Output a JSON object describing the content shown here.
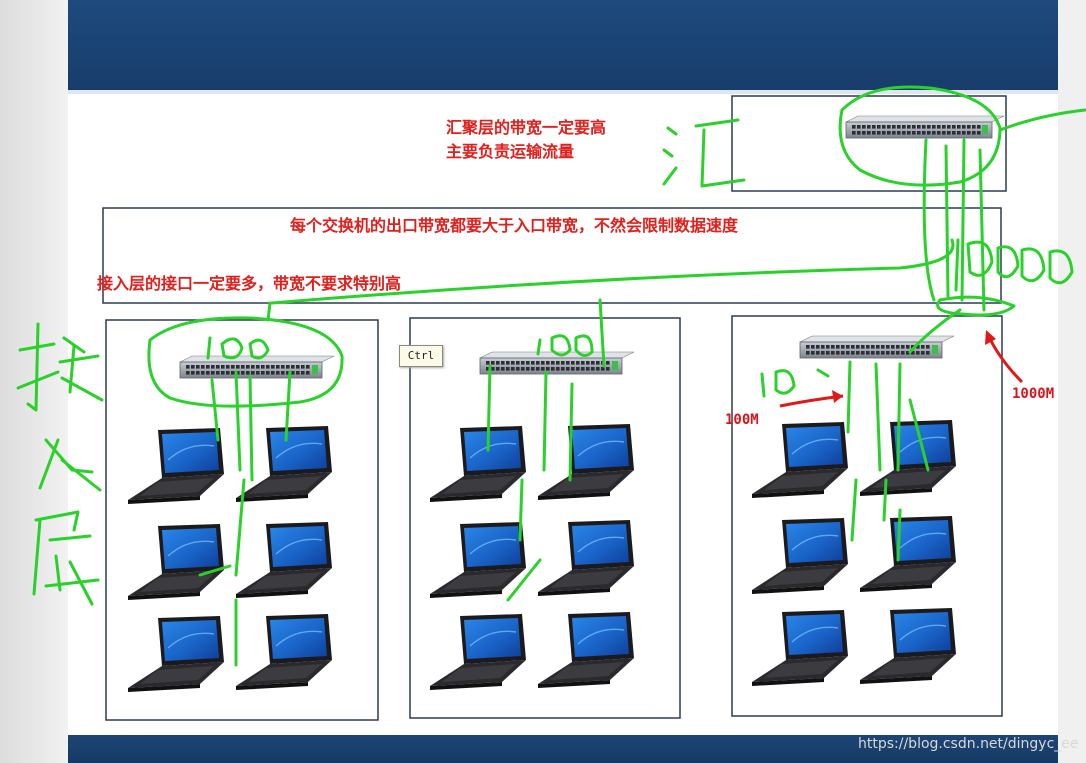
{
  "slide": {
    "note_aggregation_line1": "汇聚层的带宽一定要高",
    "note_aggregation_line2": "主要负责运输流量",
    "note_middle": "每个交换机的出口带宽都要大于入口带宽，不然会限制数据速度",
    "note_access": "接入层的接口一定要多，带宽不要求特别高",
    "label_100m": "100M",
    "label_1000m": "1000M",
    "ctrl_tooltip": "Ctrl"
  },
  "watermark": "https://blog.csdn.net/dingyc_ee",
  "colors": {
    "header_band": "#1e4a7e",
    "annotation_text": "#e0201c",
    "handwriting_green": "#2bd12b",
    "laptop_screen": "#1a6fd6"
  },
  "icons": {
    "switch": "switch-icon",
    "laptop": "laptop-icon",
    "arrow": "arrow-icon"
  }
}
